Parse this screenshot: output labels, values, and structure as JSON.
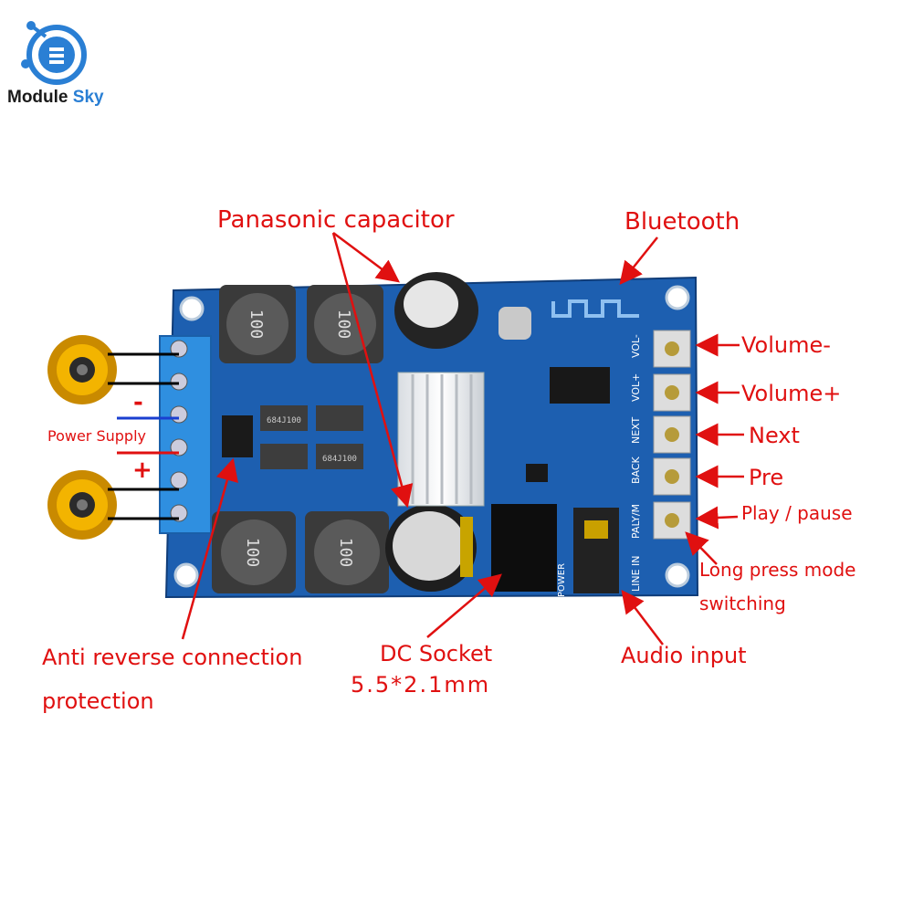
{
  "brand": {
    "word1": "Module",
    "word2": "Sky"
  },
  "labels": {
    "panasonic": "Panasonic capacitor",
    "bluetooth": "Bluetooth",
    "volume_minus": "Volume-",
    "volume_plus": "Volume+",
    "next": "Next",
    "pre": "Pre",
    "play_pause": "Play / pause",
    "long_press_1": "Long press mode",
    "long_press_2": "switching",
    "audio_input": "Audio input",
    "dc_socket_1": "DC Socket",
    "dc_socket_2": "5.5*2.1mm",
    "anti_reverse_1": "Anti reverse connection",
    "anti_reverse_2": "protection",
    "power_supply": "Power Supply",
    "minus": "-",
    "plus": "+"
  },
  "pcb_silkscreen": {
    "vol_minus": "VOL-",
    "vol_plus": "VOL+",
    "next": "NEXT",
    "back": "BACK",
    "paly_m": "PALY/M",
    "line_in": "LINE IN",
    "power": "POWER",
    "inductor": "100",
    "resistor_a": "684J100",
    "resistor_b": "684J100"
  },
  "colors": {
    "annotation": "#e01010",
    "pcb": "#1d5fb0",
    "terminal": "#2f8fe0",
    "brand_blue": "#2a7fd4"
  }
}
